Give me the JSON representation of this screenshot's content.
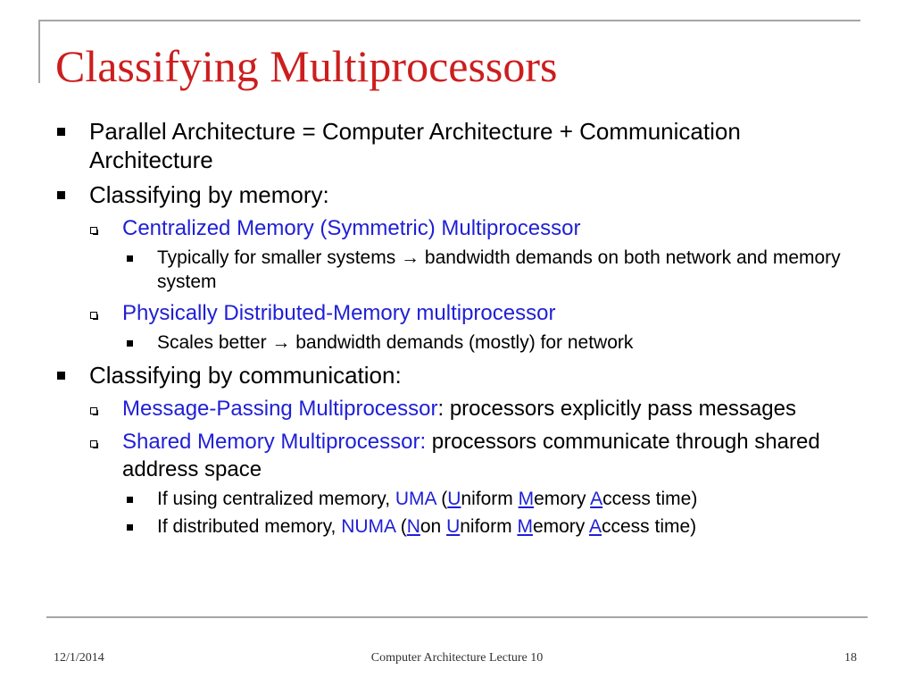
{
  "slide": {
    "title": "Classifying Multiprocessors"
  },
  "bullets": {
    "b1": "Parallel Architecture = Computer Architecture + Communication Architecture",
    "b2": "Classifying by memory:",
    "b2_1": "Centralized Memory (Symmetric) Multiprocessor",
    "b2_1_1": "Typically for smaller systems → bandwidth demands on both network and memory system",
    "b2_2": "Physically Distributed-Memory multiprocessor",
    "b2_2_1": "Scales better → bandwidth demands (mostly) for network",
    "b3": "Classifying by communication:",
    "b3_1": {
      "term": "Message-Passing Multiprocessor",
      "rest": ":  processors explicitly pass messages"
    },
    "b3_2": {
      "term": "Shared Memory Multiprocessor:",
      "rest": "  processors communicate through shared address space"
    },
    "b3_2_1": {
      "prefix": "If using centralized memory, ",
      "acronym": "UMA",
      "open": " (",
      "U": "U",
      "u_rest": "niform ",
      "M": "M",
      "m_rest": "emory ",
      "A": "A",
      "a_rest": "ccess time)"
    },
    "b3_2_2": {
      "prefix": "If distributed memory, ",
      "acronym": "NUMA",
      "open": " (",
      "N": "N",
      "n_rest": "on ",
      "U": "U",
      "u_rest": "niform ",
      "M": "M",
      "m_rest": "emory ",
      "A": "A",
      "a_rest": "ccess time)"
    }
  },
  "footer": {
    "date": "12/1/2014",
    "title": "Computer Architecture Lecture 10",
    "page": "18"
  },
  "colors": {
    "title": "#cc1e1e",
    "highlight": "#1f1fd6",
    "frame": "#a6a6a6"
  }
}
